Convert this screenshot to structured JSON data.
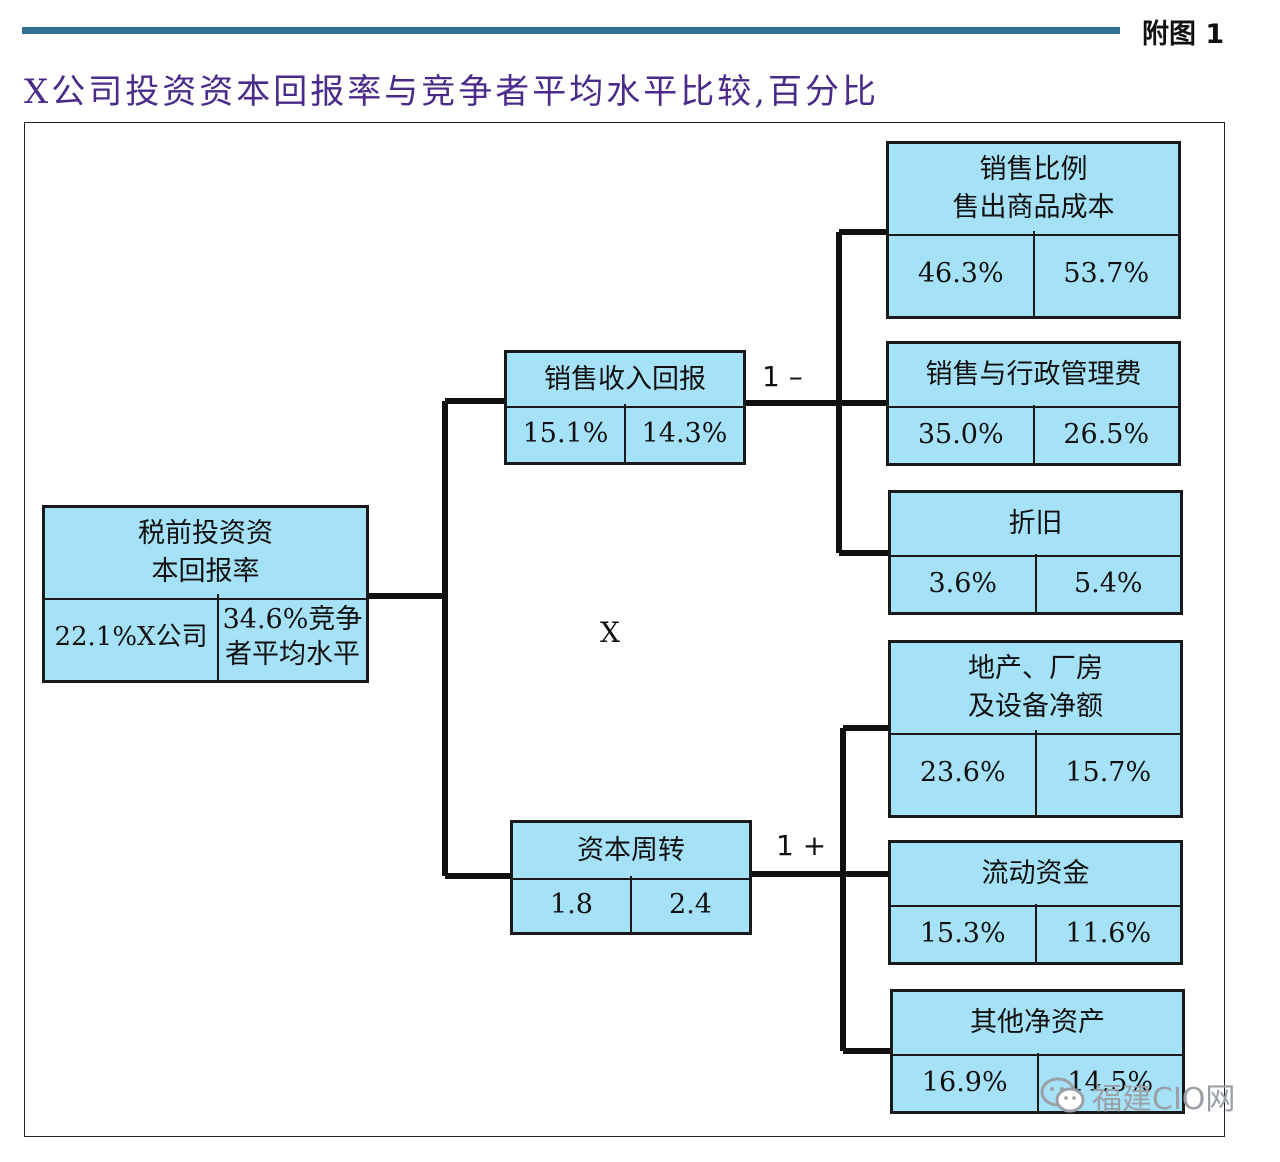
{
  "header": {
    "figure_label": "附图 1",
    "title": "X公司投资资本回报率与竞争者平均水平比较,百分比"
  },
  "root": {
    "title": "税前投资资\n本回报率",
    "value_company": "22.1%X公司",
    "value_competitor": "34.6%竞争\n者平均水平"
  },
  "branches": [
    {
      "title": "销售收入回报",
      "values": [
        "15.1%",
        "14.3%"
      ],
      "operator": "1 –",
      "children": [
        {
          "title": "销售比例\n售出商品成本",
          "values": [
            "46.3%",
            "53.7%"
          ]
        },
        {
          "title": "销售与行政管理费",
          "values": [
            "35.0%",
            "26.5%"
          ]
        },
        {
          "title": "折旧",
          "values": [
            "3.6%",
            "5.4%"
          ]
        }
      ]
    },
    {
      "title": "资本周转",
      "values": [
        "1.8",
        "2.4"
      ],
      "operator": "1 +",
      "children": [
        {
          "title": "地产、厂房\n及设备净额",
          "values": [
            "23.6%",
            "15.7%"
          ]
        },
        {
          "title": "流动资金",
          "values": [
            "15.3%",
            "11.6%"
          ]
        },
        {
          "title": "其他净资产",
          "values": [
            "16.9%",
            "14.5%"
          ]
        }
      ]
    }
  ],
  "multiplier": "X",
  "watermark": {
    "icon": "wechat-icon",
    "text": "福建CIO网"
  },
  "colors": {
    "box_fill": "#a6e2f7",
    "title": "#4b2b8a",
    "rule": "#2f6f93"
  }
}
